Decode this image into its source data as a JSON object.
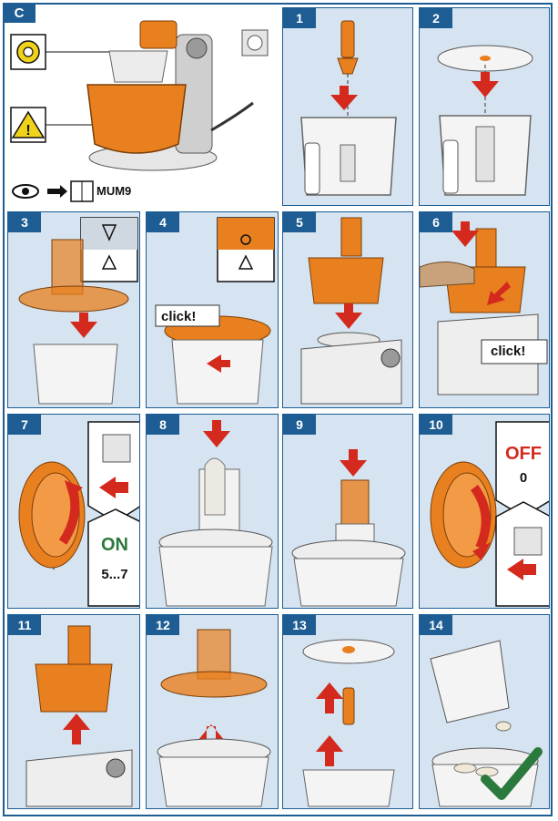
{
  "section": "C",
  "overview": {
    "reference_label": "MUM9",
    "icons": [
      "gear-warning-icon",
      "caution-triangle-icon",
      "socket-icon",
      "eye-icon",
      "manual-book-icon"
    ]
  },
  "steps": [
    {
      "number": "1"
    },
    {
      "number": "2"
    },
    {
      "number": "3"
    },
    {
      "number": "4",
      "callout": "click!"
    },
    {
      "number": "5"
    },
    {
      "number": "6",
      "callout": "click!"
    },
    {
      "number": "7",
      "state_label": "ON",
      "speed_label": "5...7"
    },
    {
      "number": "8"
    },
    {
      "number": "9"
    },
    {
      "number": "10",
      "state_label": "OFF",
      "speed_label": "0"
    },
    {
      "number": "11"
    },
    {
      "number": "12"
    },
    {
      "number": "13"
    },
    {
      "number": "14"
    }
  ],
  "colors": {
    "accent": "#e8801f",
    "frame": "#1d5d93",
    "panel": "#d5e4f0",
    "arrow": "#d42a1e",
    "check": "#2b7a3d"
  }
}
